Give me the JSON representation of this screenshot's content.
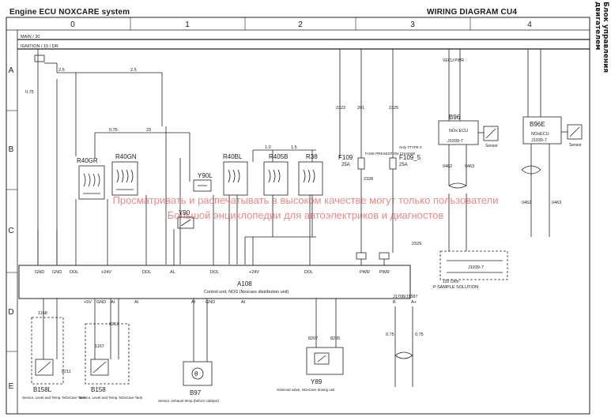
{
  "header": {
    "left_title": "Engine ECU NOXCARE system",
    "right_title": "WIRING DIAGRAM  CU4",
    "side_title": "Блок управления двигателем"
  },
  "columns": [
    "0",
    "1",
    "2",
    "3",
    "4"
  ],
  "rows": [
    "A",
    "B",
    "C",
    "D",
    "E"
  ],
  "rails": [
    "MAIN / 30",
    "IGNITION / 15 / DR"
  ],
  "watermark": [
    "Просматривать и распечатывать в высоком качестве могут только пользователи",
    "Большой энциклопедии для автоэлектриков и диагностов"
  ],
  "components": {
    "r40gr": "R40GR",
    "r40gn": "R40GN",
    "r40bl": "R40BL",
    "r405b": "R405B",
    "r38": "R38",
    "y90l": "Y90L",
    "y90": "Y90",
    "f109": "F109",
    "f109_rating": "25A",
    "f109s": "F109_5",
    "f109s_rating": "25A",
    "b96": "B96",
    "b96_sub": "NOx ECU",
    "b96_code": "J1939-7",
    "b96e": "B96E",
    "b96e_sub": "NOxECU",
    "b96e_code": "J1939-7",
    "sensor_label": "Sensor",
    "a108": "A108",
    "a108_desc": "Control unit, NOS (Noxcare distribution unit)",
    "b158l": "B158L",
    "b158l_desc": "Sensor, Level and Temp, NOxCare Tank",
    "b158": "B158",
    "b158_desc": "Sensor, Level and Temp, NOxCare Tank",
    "b97": "B97",
    "b97_desc": "Sensor, exhaust temp (before catalyst)",
    "y89": "Y89",
    "y89_desc": "Solenoid valve, NOxCare dosing unit",
    "p_sample": "P SAMPLE SOLUTION",
    "p_code": "J1939-7",
    "p_res": "120 Ohm",
    "j1708": "J1708/J1587",
    "vecu_pwr": "VECU PWR",
    "fuse_text": "FUSE PRESENT ON CHASSIE",
    "only_ttype": "Only TTYPE 5"
  },
  "pins_top": [
    "GND",
    "GND",
    "DOL",
    "+24V",
    "DOL",
    "AL",
    "DOL",
    "+24V",
    "DOL",
    "PWR",
    "PWR"
  ],
  "pins_bottom": [
    "+5V",
    "GND",
    "AI",
    "AI",
    "AI",
    "GND",
    "AI",
    "B",
    "A+"
  ],
  "wire_labels": {
    "w075": "0.75",
    "w25": "2.5",
    "w10": "1.0",
    "w15": "1.5",
    "w23": "23",
    "n1168": "1168",
    "n1167": "1167",
    "n8213": "8213",
    "n8211": "8211",
    "n8207": "8207",
    "n8205": "8205",
    "n2328": "2328",
    "n2329": "2329",
    "n0462": "0462",
    "n0463": "0463",
    "n201": "201",
    "n2322": "2322",
    "n2325": "2325"
  }
}
